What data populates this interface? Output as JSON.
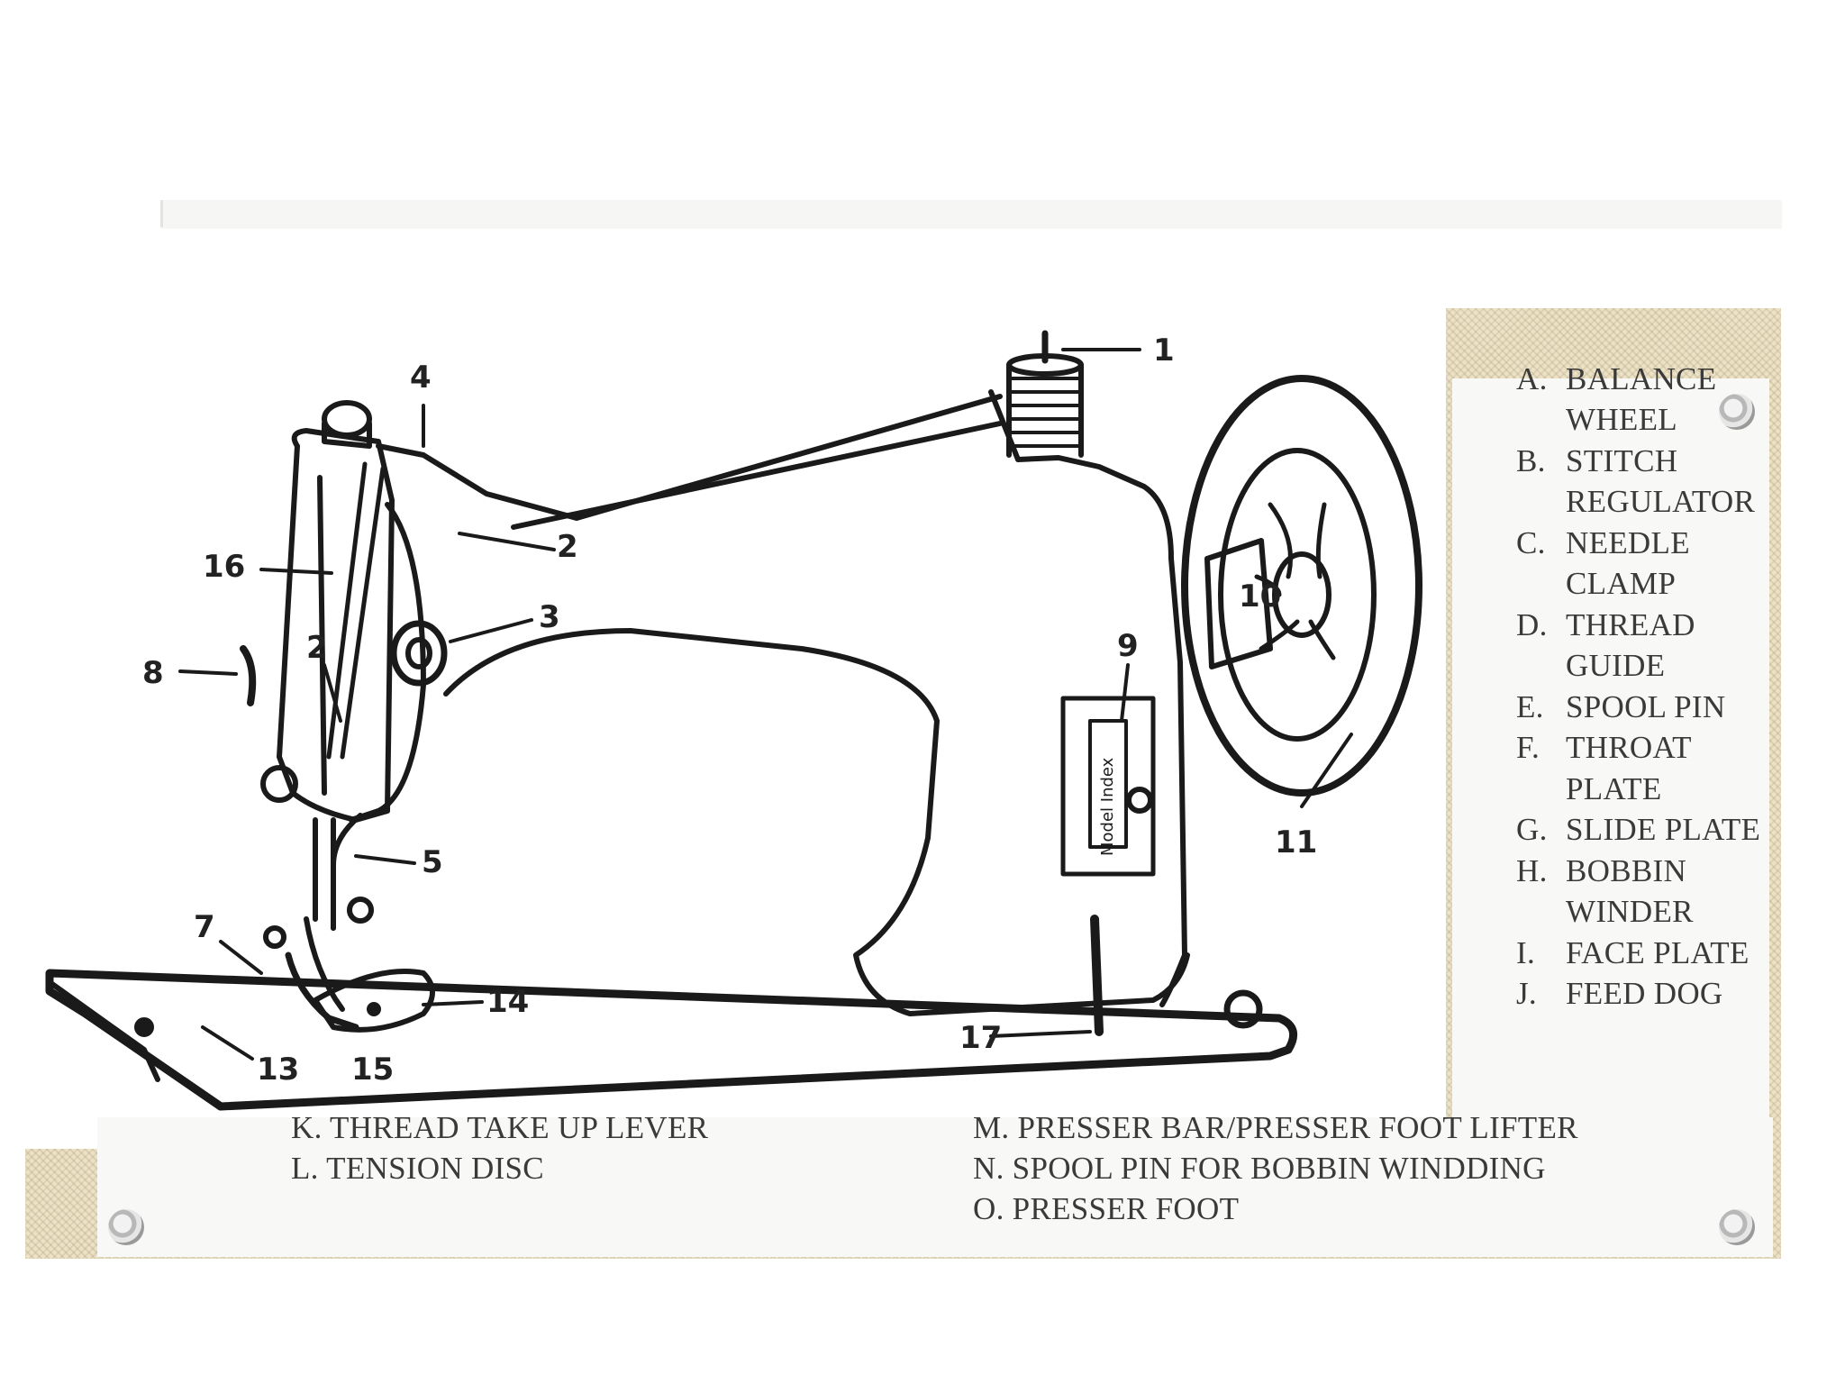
{
  "legend_right": [
    {
      "letter": "A.",
      "text": "BALANCE"
    },
    {
      "letter": "",
      "text": "WHEEL"
    },
    {
      "letter": "B.",
      "text": "STITCH"
    },
    {
      "letter": "",
      "text": "REGULATOR"
    },
    {
      "letter": "C.",
      "text": "NEEDLE"
    },
    {
      "letter": "",
      "text": "CLAMP"
    },
    {
      "letter": "D.",
      "text": "THREAD"
    },
    {
      "letter": "",
      "text": "GUIDE"
    },
    {
      "letter": "E.",
      "text": "SPOOL PIN"
    },
    {
      "letter": "F.",
      "text": "THROAT"
    },
    {
      "letter": "",
      "text": "PLATE"
    },
    {
      "letter": "G.",
      "text": "SLIDE PLATE"
    },
    {
      "letter": "H.",
      "text": "BOBBIN"
    },
    {
      "letter": "",
      "text": "WINDER"
    },
    {
      "letter": "I.",
      "text": "FACE PLATE"
    },
    {
      "letter": "J.",
      "text": "FEED DOG"
    }
  ],
  "legend_bottom_left": [
    "K. THREAD TAKE UP LEVER",
    "L. TENSION DISC"
  ],
  "legend_bottom_right": [
    "M. PRESSER BAR/PRESSER FOOT LIFTER",
    "N. SPOOL PIN FOR BOBBIN WINDDING",
    "O. PRESSER FOOT"
  ],
  "callouts": {
    "n1": "1",
    "n2a": "2",
    "n2b": "2",
    "n3": "3",
    "n4": "4",
    "n5": "5",
    "n7": "7",
    "n8": "8",
    "n9": "9",
    "n10": "10",
    "n11": "11",
    "n13": "13",
    "n14": "14",
    "n15": "15",
    "n16": "16",
    "n17": "17"
  },
  "machine_plate_text": "Model Index",
  "colors": {
    "ink": "#1a1a1a",
    "legend_text": "#3a3a3a",
    "linen": "#ece2c8",
    "panel": "#f8f8f6"
  }
}
